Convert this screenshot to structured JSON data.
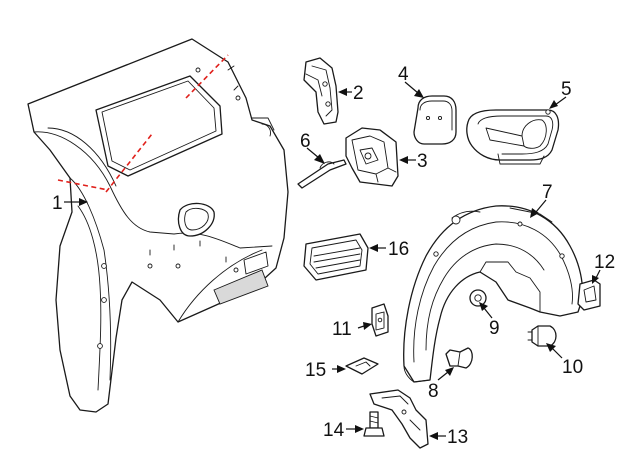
{
  "diagram": {
    "colors": {
      "line": "#1a1a1a",
      "cut_line": "#e0201b",
      "background": "#ffffff"
    },
    "callouts": [
      {
        "id": "c1",
        "label": "1"
      },
      {
        "id": "c2",
        "label": "2"
      },
      {
        "id": "c3",
        "label": "3"
      },
      {
        "id": "c4",
        "label": "4"
      },
      {
        "id": "c5",
        "label": "5"
      },
      {
        "id": "c6",
        "label": "6"
      },
      {
        "id": "c7",
        "label": "7"
      },
      {
        "id": "c8",
        "label": "8"
      },
      {
        "id": "c9",
        "label": "9"
      },
      {
        "id": "c10",
        "label": "10"
      },
      {
        "id": "c11",
        "label": "11"
      },
      {
        "id": "c12",
        "label": "12"
      },
      {
        "id": "c13",
        "label": "13"
      },
      {
        "id": "c14",
        "label": "14"
      },
      {
        "id": "c15",
        "label": "15"
      },
      {
        "id": "c16",
        "label": "16"
      }
    ]
  }
}
